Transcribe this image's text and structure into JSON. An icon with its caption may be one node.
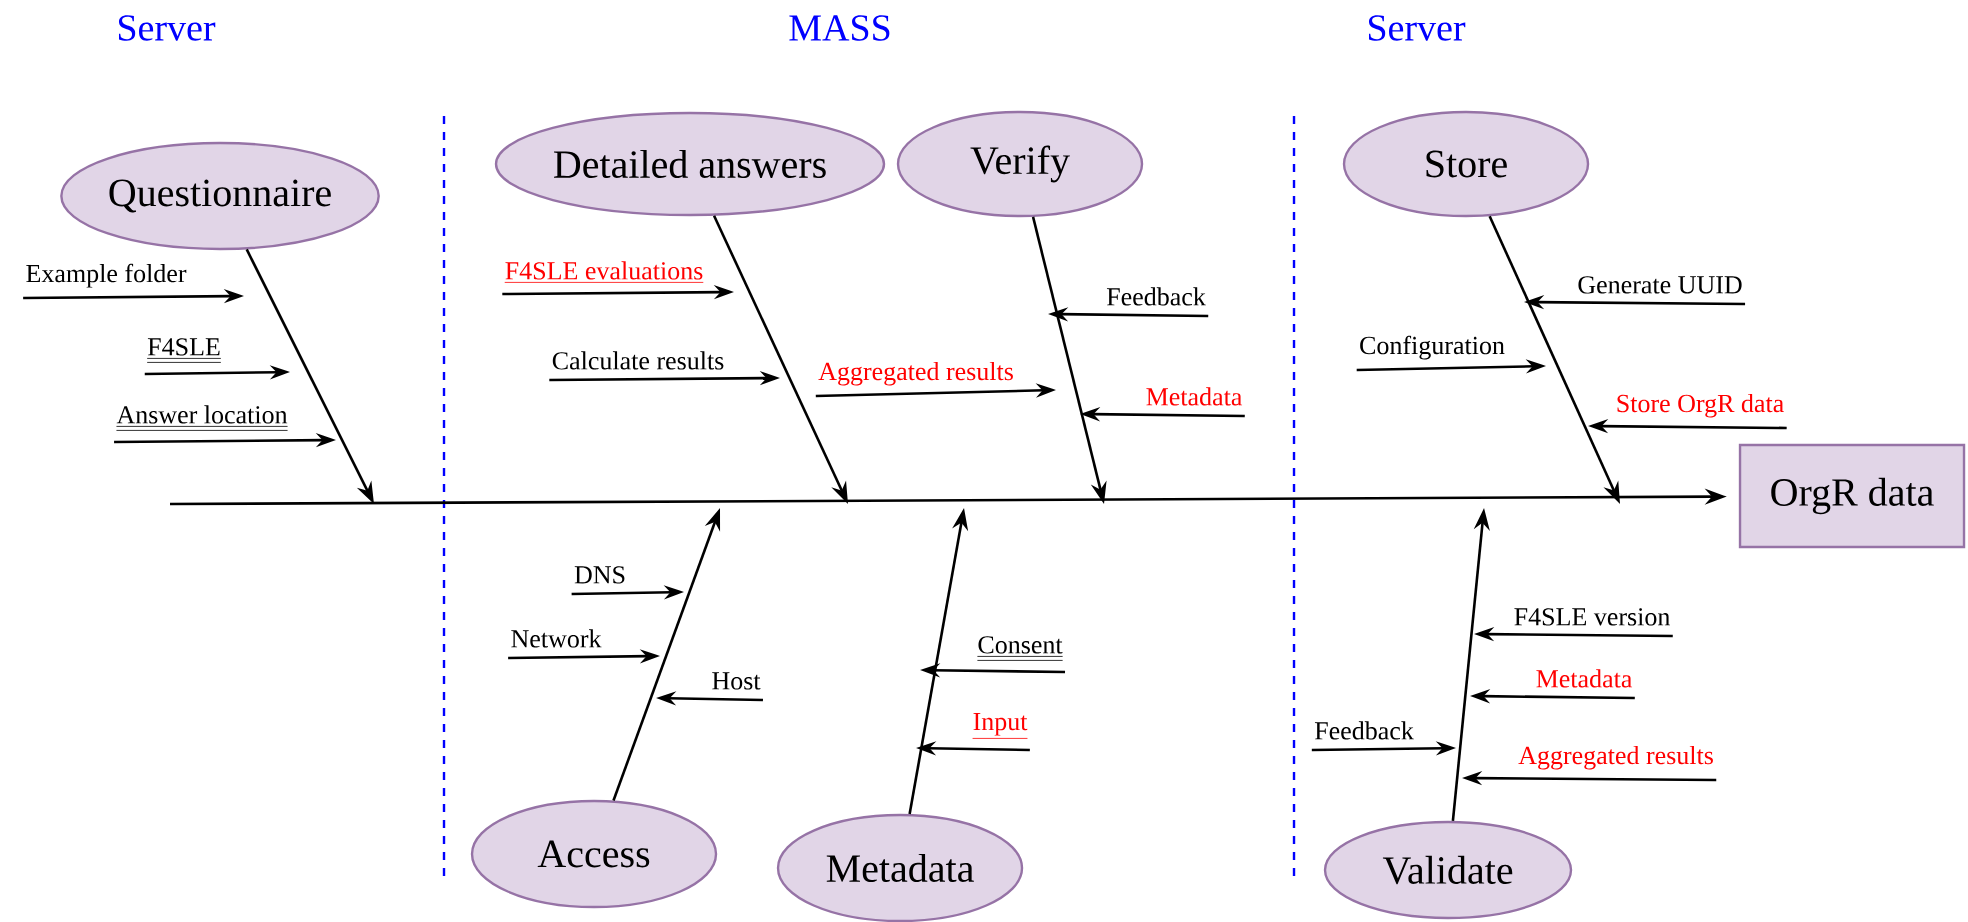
{
  "diagram": {
    "nodes": [
      {
        "text": [
          "Questionnaire"
        ]
      },
      {
        "text": [
          "Detailed answers"
        ]
      },
      {
        "text": [
          "Verify"
        ]
      },
      {
        "text": [
          "Store"
        ]
      },
      {
        "text": [
          "OrgR data"
        ]
      },
      {
        "text": [
          "Access"
        ]
      },
      {
        "text": [
          "Metadata"
        ]
      },
      {
        "text": [
          "Validate"
        ]
      },
      {
        "text": [
          "Example folder"
        ]
      },
      {
        "text": [
          "F4SLE"
        ]
      },
      {
        "text": [
          "Answer location"
        ]
      },
      {
        "text": [
          "F4SLE evaluations"
        ]
      },
      {
        "text": [
          "Calculate results"
        ]
      },
      {
        "text": [
          "Aggregated results"
        ]
      },
      {
        "text": [
          "Feedback"
        ]
      },
      {
        "text": [
          "Metadata"
        ]
      },
      {
        "text": [
          "Generate UUID"
        ]
      },
      {
        "text": [
          "Configuration"
        ]
      },
      {
        "text": [
          "Store OrgR data"
        ]
      },
      {
        "text": [
          "DNS"
        ]
      },
      {
        "text": [
          "Network"
        ]
      },
      {
        "text": [
          "Host"
        ]
      },
      {
        "text": [
          "Consent"
        ]
      },
      {
        "text": [
          "Input"
        ]
      },
      {
        "text": [
          "F4SLE version"
        ]
      },
      {
        "text": [
          "Metadata"
        ]
      },
      {
        "text": [
          "Feedback"
        ]
      },
      {
        "text": [
          "Aggregated results"
        ]
      }
    ],
    "edges": [
      {
        "from": null,
        "to": 4,
        "arrow": "to"
      },
      {
        "from": 0,
        "to": null,
        "arrow": "to"
      },
      {
        "from": 1,
        "to": null,
        "arrow": "to"
      },
      {
        "from": 2,
        "to": null,
        "arrow": "to"
      },
      {
        "from": 3,
        "to": null,
        "arrow": "to"
      },
      {
        "from": 5,
        "to": null,
        "arrow": "to"
      },
      {
        "from": 6,
        "to": null,
        "arrow": "to"
      },
      {
        "from": 7,
        "to": null,
        "arrow": "to"
      },
      {
        "from": 8,
        "to": null,
        "arrow": "to"
      },
      {
        "from": 9,
        "to": null,
        "arrow": "to"
      },
      {
        "from": 10,
        "to": null,
        "arrow": "to"
      },
      {
        "from": 11,
        "to": null,
        "arrow": "to"
      },
      {
        "from": 12,
        "to": null,
        "arrow": "to"
      },
      {
        "from": 13,
        "to": null,
        "arrow": "to"
      },
      {
        "from": 14,
        "to": null,
        "arrow": "to"
      },
      {
        "from": 15,
        "to": null,
        "arrow": "to"
      },
      {
        "from": 16,
        "to": null,
        "arrow": "to"
      },
      {
        "from": 17,
        "to": null,
        "arrow": "to"
      },
      {
        "from": 18,
        "to": null,
        "arrow": "to"
      },
      {
        "from": 19,
        "to": null,
        "arrow": "to"
      },
      {
        "from": 20,
        "to": null,
        "arrow": "to"
      },
      {
        "from": 21,
        "to": null,
        "arrow": "to"
      },
      {
        "from": 22,
        "to": null,
        "arrow": "to"
      },
      {
        "from": 23,
        "to": null,
        "arrow": "to"
      },
      {
        "from": 24,
        "to": null,
        "arrow": "to"
      },
      {
        "from": 25,
        "to": null,
        "arrow": "to"
      },
      {
        "from": 26,
        "to": null,
        "arrow": "to"
      },
      {
        "from": 27,
        "to": null,
        "arrow": "to"
      }
    ],
    "labels": [
      "Server",
      "MASS",
      "Server"
    ]
  }
}
